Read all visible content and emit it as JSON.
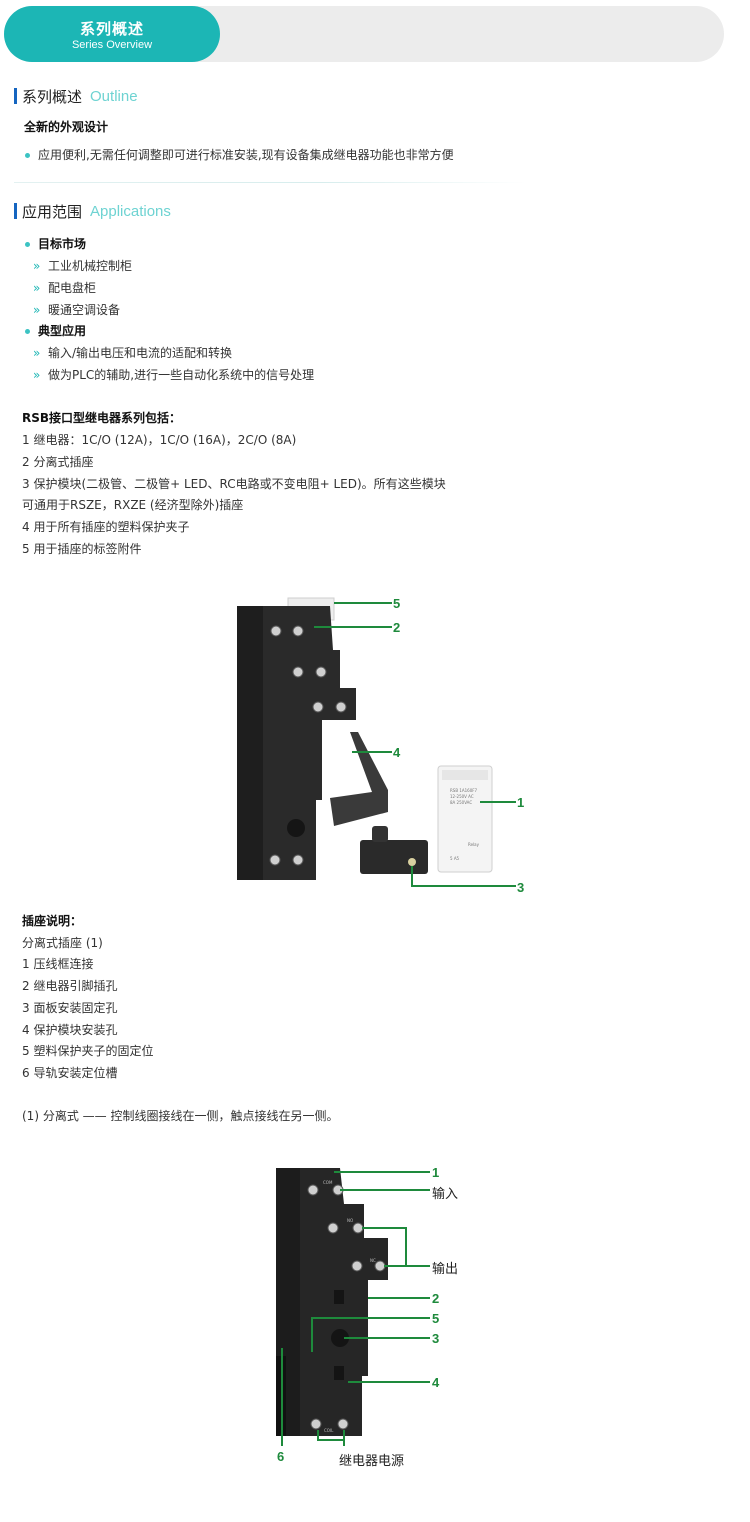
{
  "banner": {
    "title_cn": "系列概述",
    "title_en": "Series Overview"
  },
  "outline": {
    "heading_cn": "系列概述",
    "heading_en": "Outline",
    "subtitle": "全新的外观设计",
    "bullet": "应用便利,无需任何调整即可进行标准安装,现有设备集成继电器功能也非常方便"
  },
  "applications": {
    "heading_cn": "应用范围",
    "heading_en": "Applications",
    "groups": [
      {
        "title": "目标市场",
        "items": [
          "工业机械控制柜",
          "配电盘柜",
          "暖通空调设备"
        ]
      },
      {
        "title": "典型应用",
        "items": [
          "输入/输出电压和电流的适配和转换",
          "做为PLC的辅助,进行一些自动化系统中的信号处理"
        ]
      }
    ]
  },
  "rsb": {
    "title": "RSB接口型继电器系列包括：",
    "lines": [
      "1 继电器：1C/O (12A)，1C/O (16A)，2C/O (8A)",
      "2 分离式插座",
      "3 保护模块(二极管、二极管+ LED、RC电路或不变电阻+ LED)。所有这些模块",
      "可通用于RSZE，RXZE (经济型除外)插座",
      "4 用于所有插座的塑料保护夹子",
      "5 用于插座的标签附件"
    ]
  },
  "figure1": {
    "callouts": [
      "5",
      "2",
      "4",
      "1",
      "3"
    ],
    "relay_text": [
      "RSB 1A160F7",
      "12-250V AC",
      "8A 250VAC",
      "Relay",
      "5 A5"
    ]
  },
  "socket": {
    "title": "插座说明：",
    "lines": [
      "分离式插座 (1)",
      "1 压线框连接",
      "2 继电器引脚插孔",
      "3 面板安装固定孔",
      "4 保护模块安装孔",
      "5 塑料保护夹子的固定位",
      "6 导轨安装定位槽"
    ],
    "note": "(1) 分离式 —— 控制线圈接线在一侧，触点接线在另一侧。"
  },
  "figure2": {
    "callouts": [
      "1",
      "2",
      "5",
      "3",
      "4",
      "6"
    ],
    "label_input": "输入",
    "label_output": "输出",
    "label_power": "继电器电源",
    "terminal_labels": [
      "COM",
      "NO",
      "NC",
      "COIL"
    ]
  },
  "colors": {
    "accent": "#1cb6b5",
    "callout": "#1e8a3c",
    "section_bar": "#1565c0"
  }
}
